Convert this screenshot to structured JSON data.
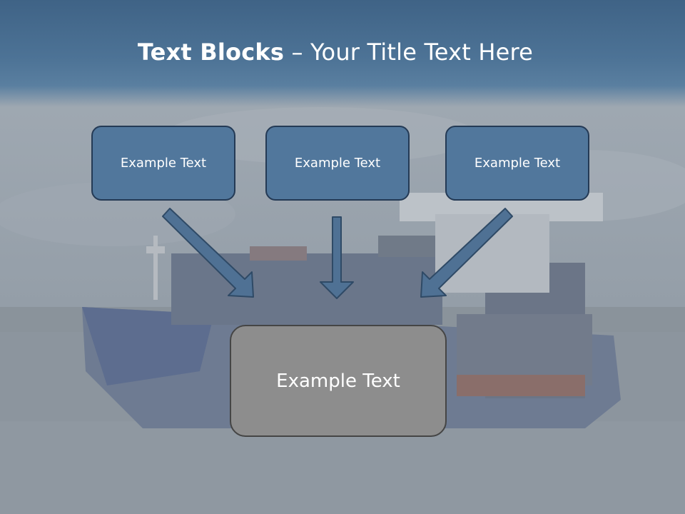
{
  "slide": {
    "title_bold": "Text Blocks",
    "title_rest": " – Your Title Text Here",
    "top_boxes": [
      {
        "label": "Example Text"
      },
      {
        "label": "Example Text"
      },
      {
        "label": "Example Text"
      }
    ],
    "bottom_box": {
      "label": "Example Text"
    }
  },
  "colors": {
    "header": "#4d7396",
    "top_box_fill": "#51779c",
    "bottom_box_fill": "#8d8d8d",
    "arrow": "#4f7194"
  }
}
